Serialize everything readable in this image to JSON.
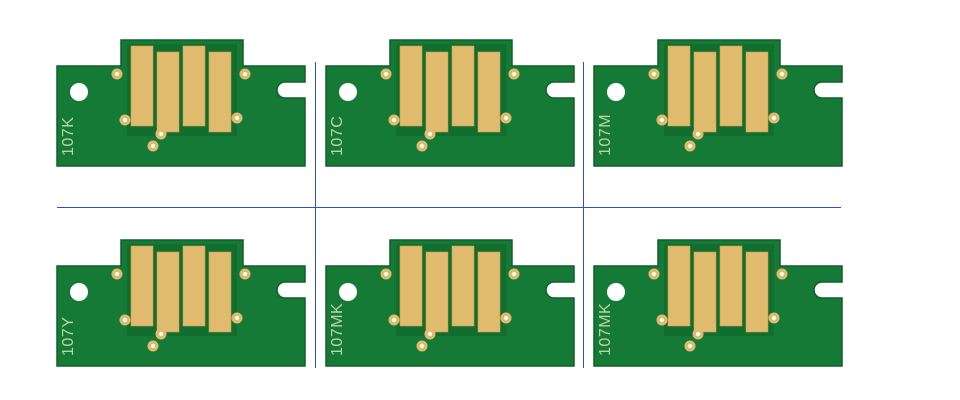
{
  "colors": {
    "board": "#157a35",
    "board_edge": "#0f5f28",
    "gold": "#e0bb6e",
    "gold_edge": "#c99d4a",
    "hole": "#ffffff",
    "label": "#b9d4a5",
    "divider": "#2c4fd6",
    "via_ring": "#e0bb6e",
    "via_center": "#ffffff"
  },
  "chips": [
    {
      "label": "107K"
    },
    {
      "label": "107C"
    },
    {
      "label": "107M"
    },
    {
      "label": "107Y"
    },
    {
      "label": "107MK"
    },
    {
      "label": "107MK"
    }
  ]
}
